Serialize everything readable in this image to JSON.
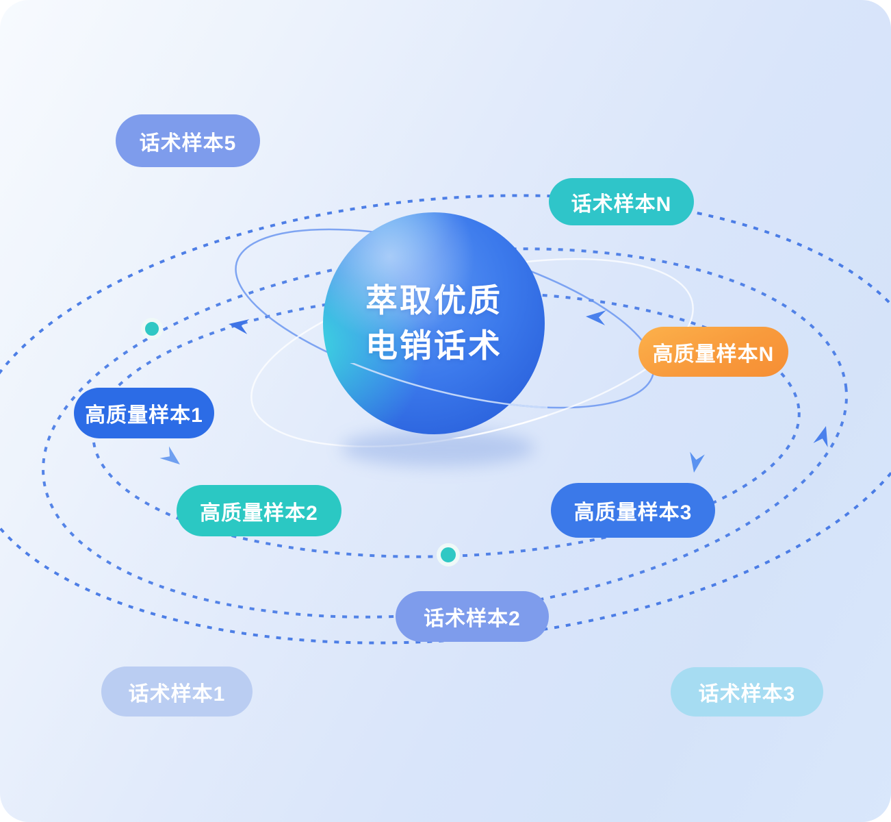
{
  "sphere": {
    "line1": "萃取优质",
    "line2": "电销话术"
  },
  "satellites": [
    {
      "id": "script-sample-5",
      "label": "话术样本5",
      "color": "#7e9cec"
    },
    {
      "id": "script-sample-n",
      "label": "话术样本N",
      "color": "#2fc5c9"
    },
    {
      "id": "hq-sample-n",
      "label": "高质量样本N",
      "color": "#f89a3c"
    },
    {
      "id": "hq-sample-1",
      "label": "高质量样本1",
      "color": "#2c6ce6"
    },
    {
      "id": "hq-sample-2",
      "label": "高质量样本2",
      "color": "#2bc8c3"
    },
    {
      "id": "hq-sample-3",
      "label": "高质量样本3",
      "color": "#3b79e9"
    },
    {
      "id": "script-sample-2",
      "label": "话术样本2",
      "color": "#7e9cec"
    },
    {
      "id": "script-sample-1",
      "label": "话术样本1",
      "color": "#bacdf2"
    },
    {
      "id": "script-sample-3",
      "label": "话术样本3",
      "color": "#a6dcf2"
    }
  ],
  "decor": {
    "orbit_line_color": "#3f74e4",
    "orbit_node_dot_color": "#2fc8c4",
    "arrow_color": "#4c80ea",
    "arrow_color_light": "#6f9ff0",
    "sphere_blue": "#3c7aec",
    "sphere_accent_cyan": "#3ee2df",
    "hq_n_gradient_start": "#fcb14b",
    "hq_n_gradient_end": "#f68e34",
    "background_top": "#f7fafe",
    "background_bottom": "#d5e3f9"
  }
}
